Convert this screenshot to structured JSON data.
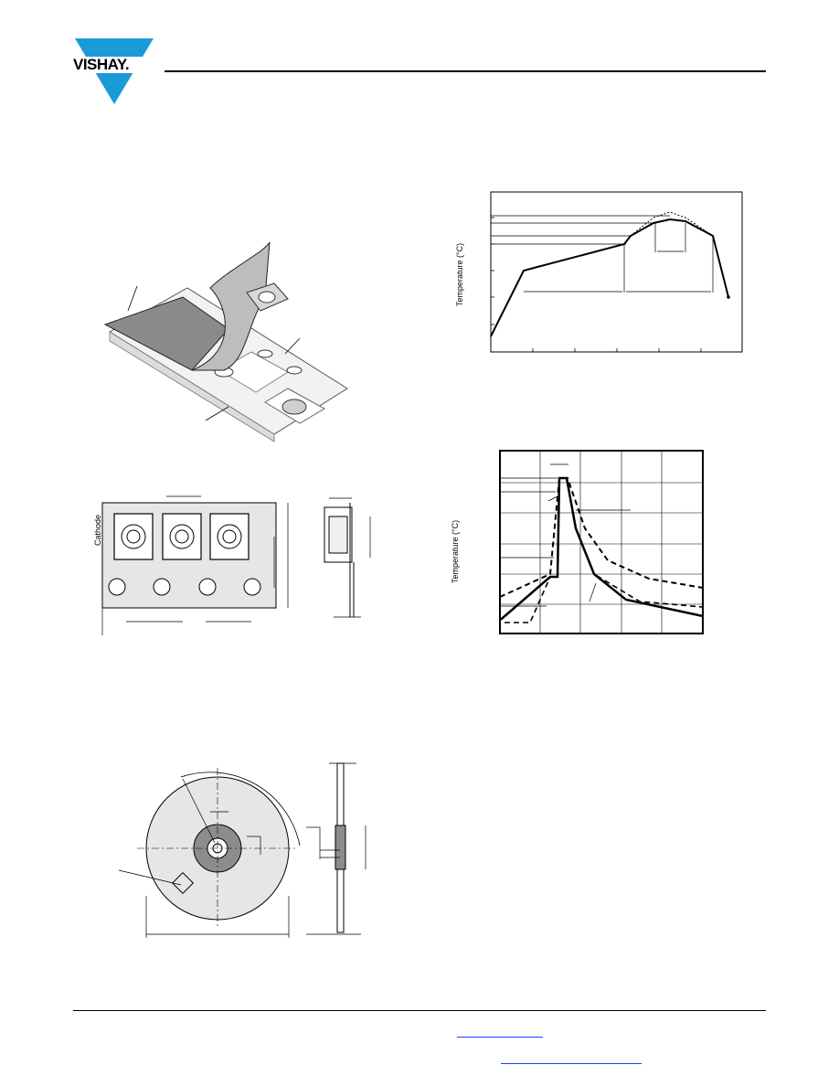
{
  "header": {
    "brand": "VISHAY."
  },
  "tape_figure": {
    "cathode_label": "Cathode"
  },
  "reflow_chart": {
    "ylabel": "Temperature (°C)"
  },
  "wave_chart": {
    "ylabel": "Temperature (°C)"
  },
  "colors": {
    "brand_blue": "#1a9ad6",
    "ink": "#000000",
    "tape_gray": "#8a8a8a",
    "hub_gray": "#8c8c8c",
    "reel_gray": "#e6e6e6",
    "link_blue": "#1a3cff"
  }
}
